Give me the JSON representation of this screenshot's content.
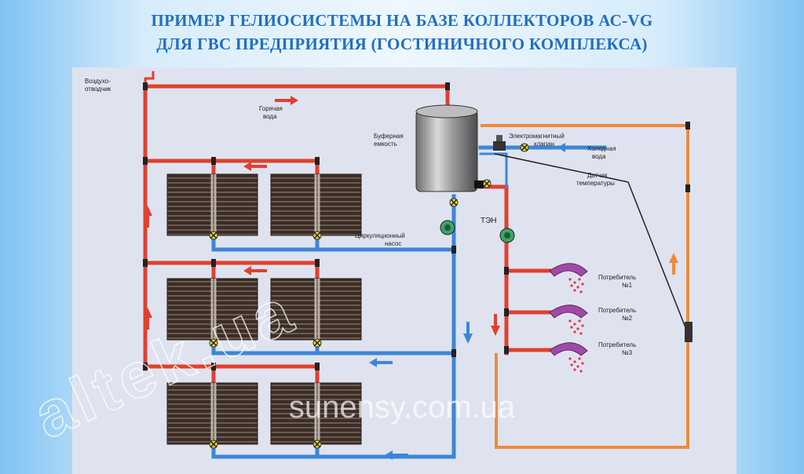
{
  "title": {
    "line1": "ПРИМЕР ГЕЛИОСИСТЕМЫ НА БАЗЕ КОЛЛЕКТОРОВ АС-VG",
    "line2": "ДЛЯ ГВС ПРЕДПРИЯТИЯ (ГОСТИНИЧНОГО КОМПЛЕКСА)"
  },
  "labels": {
    "air_vent_1": "Воздухо-",
    "air_vent_2": "отводчик",
    "hot_water_1": "Горячая",
    "hot_water_2": "вода",
    "buffer_1": "Буферная",
    "buffer_2": "емкость",
    "valve_1": "Электромагнитный",
    "valve_2": "клапан",
    "cold_water_1": "Холодная",
    "cold_water_2": "вода",
    "sensor_1": "Датчик",
    "sensor_2": "температуры",
    "heater": "ТЭН",
    "pump_1": "Циркуляционный",
    "pump_2": "насос",
    "consumer_1": "Потребитель",
    "consumer_1_no": "№1",
    "consumer_2": "Потребитель",
    "consumer_2_no": "№2",
    "consumer_3": "Потребитель",
    "consumer_3_no": "№3"
  },
  "watermarks": {
    "diagonal": "altek.ua",
    "site": "sunensy.com.ua"
  },
  "colors": {
    "hot_pipe": "#e0402e",
    "cold_pipe": "#3d86d6",
    "return_pipe": "#f08a3a",
    "title": "#1f6fc4",
    "collector": "#4a3a32",
    "tap_head": "#a04aa6"
  }
}
